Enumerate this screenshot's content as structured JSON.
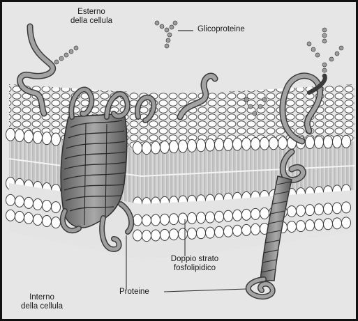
{
  "labels": {
    "outside_line1": "Esterno",
    "outside_line2": "della cellula",
    "glycoproteins": "Glicoproteine",
    "bilayer_line1": "Doppio strato",
    "bilayer_line2": "fosfolipidico",
    "proteins": "Proteine",
    "inside_line1": "Interno",
    "inside_line2": "della cellula"
  }
}
